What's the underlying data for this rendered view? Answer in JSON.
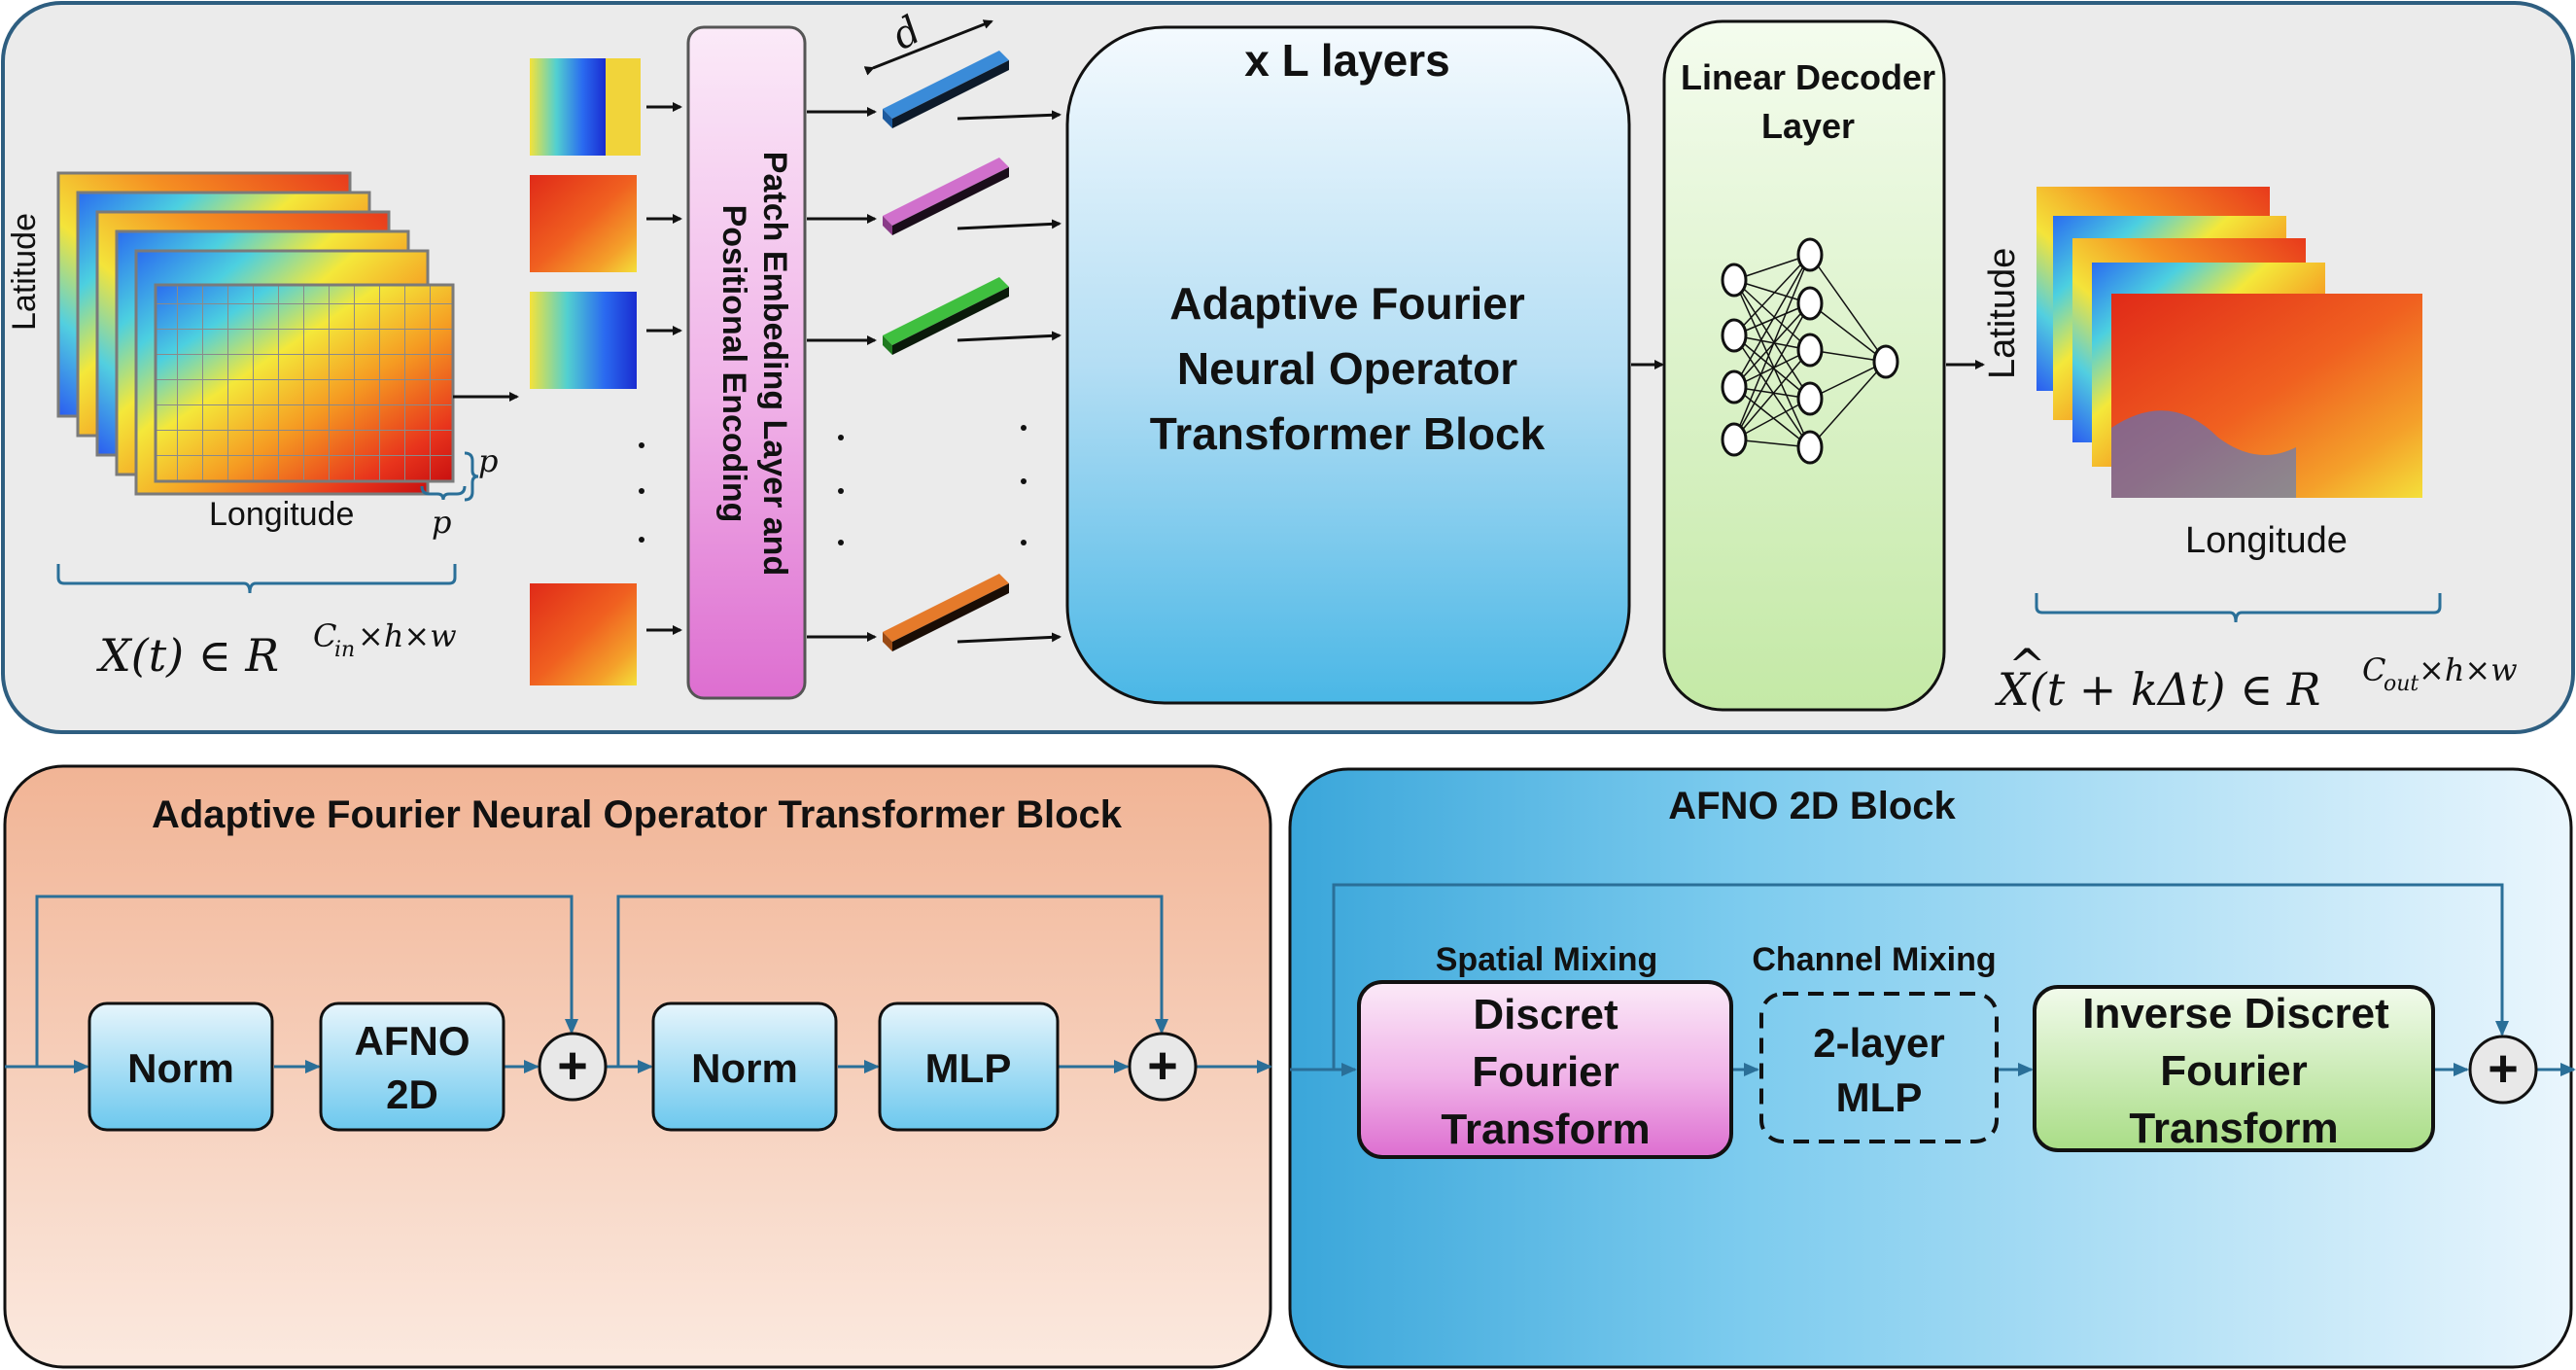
{
  "top": {
    "input_axis_latitude": "Latitude",
    "input_axis_longitude": "Longitude",
    "patch_size_label": "p",
    "input_formula": {
      "lhs": "X(t) ∈ R",
      "sup": "C",
      "sup_sub": "in",
      "sup_rest": "×h×w"
    },
    "patch_embedding_label_1": "Patch Embeding Layer and",
    "patch_embedding_label_2": "Positional Encoding",
    "embedding_dim_label": "d",
    "layers_label": "x L layers",
    "afno_block_line1": "Adaptive Fourier",
    "afno_block_line2": "Neural Operator",
    "afno_block_line3": "Transformer Block",
    "decoder_line1": "Linear Decoder",
    "decoder_line2": "Layer",
    "output_axis_latitude": "Latitude",
    "output_axis_longitude": "Longitude",
    "output_formula": {
      "lhs": "X(t + kΔt) ∈ R",
      "hat": "^",
      "sup": "C",
      "sup_sub": "out",
      "sup_rest": "×h×w"
    }
  },
  "transformer_block": {
    "title": "Adaptive Fourier Neural Operator Transformer Block",
    "norm1": "Norm",
    "afno_line1": "AFNO",
    "afno_line2": "2D",
    "norm2": "Norm",
    "mlp": "MLP",
    "plus": "+"
  },
  "afno2d_block": {
    "title": "AFNO 2D Block",
    "spatial_label": "Spatial Mixing",
    "channel_label": "Channel Mixing",
    "dft_line1": "Discret",
    "dft_line2": "Fourier",
    "dft_line3": "Transform",
    "mlp_line1": "2-layer",
    "mlp_line2": "MLP",
    "idft_line1": "Inverse Discret",
    "idft_line2": "Fourier",
    "idft_line3": "Transform",
    "plus": "+"
  },
  "colors": {
    "panel_top": "#ebebeb",
    "panel_border": "#2e5e80",
    "patch_embed_fill": "#e27fd6",
    "afno_blue": "#5cc0ea",
    "decoder_green": "#c8ecb0",
    "orange_panel": "#f0b294",
    "blue_panel": "#6cc4ec",
    "arrow_blue": "#2a6f98"
  }
}
